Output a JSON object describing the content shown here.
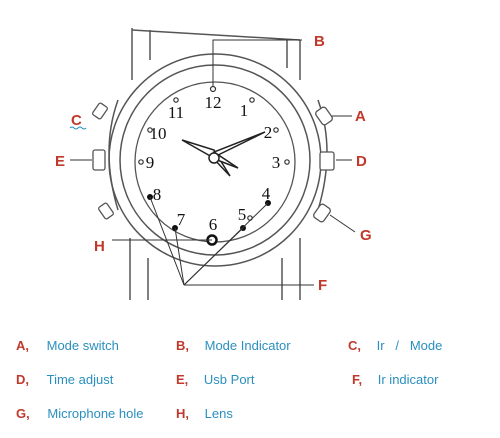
{
  "diagram": {
    "dial_numbers": [
      "12",
      "11",
      "1",
      "10",
      "2",
      "9",
      "3",
      "8",
      "4",
      "7",
      "6",
      "5"
    ],
    "callouts": {
      "A": "A",
      "B": "B",
      "C": "C",
      "D": "D",
      "E": "E",
      "F": "F",
      "G": "G",
      "H": "H"
    },
    "colors": {
      "callout": "#c0392b",
      "legend_text": "#2a8fbf",
      "outline": "#555555"
    }
  },
  "legend": [
    {
      "key": "A,",
      "label": "Mode switch"
    },
    {
      "key": "B,",
      "label": "Mode Indicator"
    },
    {
      "key": "C,",
      "label": "Ir   /   Mode"
    },
    {
      "key": "D,",
      "label": "Time adjust"
    },
    {
      "key": "E,",
      "label": "Usb Port"
    },
    {
      "key": "F,",
      "label": "Ir indicator"
    },
    {
      "key": "G,",
      "label": "Microphone hole"
    },
    {
      "key": "H,",
      "label": "Lens"
    }
  ]
}
